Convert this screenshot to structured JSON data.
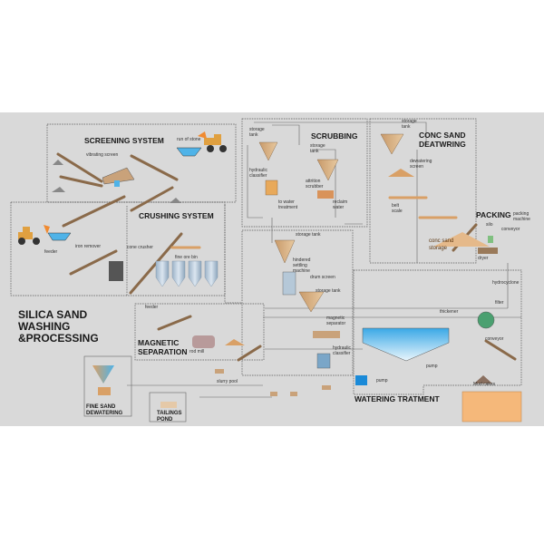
{
  "title": {
    "line1": "SILICA SAND",
    "line2": "WASHING",
    "line3": "&PROCESSING"
  },
  "sections": {
    "screening": "SCREENING  SYSTEM",
    "crushing": "CRUSHING SYSTEM",
    "scrubbing": "SCRUBBING",
    "conc_line1": "CONC  SAND",
    "conc_line2": "DEATWRING",
    "packing": "PACKING",
    "magnetic_line1": "MAGNETIC",
    "magnetic_line2": "SEPARATION",
    "watering": "WATERING TRATMENT",
    "fine_line1": "FINE SAND",
    "fine_line2": "DEWATERING",
    "tailings_line1": "TAILINGS",
    "tailings_line2": "POND"
  },
  "labels": {
    "run_of_stone": "run of stone",
    "vibrating_screen": "vibrating screen",
    "iron_remover": "iron remover",
    "feeder1": "feeder",
    "cone_crusher": "cone crusher",
    "fine_ore_bin": "fine ore bin",
    "feeder2": "feeder",
    "rod_mill": "rod mill",
    "slurry_pool": "slurry pool",
    "storage_tank1": "storage tank",
    "hydraulic_classifier1": "hydraulic classifier",
    "storage_tank2": "storage tank",
    "attrition_scrubber": "attrition scrubber",
    "to_water_treatment": "to water treatment",
    "reclaim_water": "reclaim water",
    "storage_tank3": "storage tank",
    "dewatering_screen": "dewatering screen",
    "belt_scale": "belt scale",
    "conc_sand_storage": "conc sand storage",
    "packing_machine": "packing machine",
    "silo": "silo",
    "conveyor1": "conveyor",
    "dryer": "dryer",
    "storage_tank4": "storage tank",
    "hindered_settling": "hindered settling machine",
    "drum_screen": "drum screen",
    "storage_tank5": "storage tank",
    "magnetic_separator": "magnetic separator",
    "hydraulic_classifier2": "hydraulic classifier",
    "thickener": "thickener",
    "hydrocyclone": "hydrocyclone",
    "filter": "filter",
    "conveyor2": "conveyor",
    "pump1": "pump",
    "pump2": "pump",
    "mud_cakes": "Mud cakes"
  },
  "colors": {
    "panel": "#d9d9d9",
    "equipment": "#d9a066",
    "conveyor": "#b08a66",
    "water": "#4fb3e8",
    "legend": "#f5b87a"
  }
}
